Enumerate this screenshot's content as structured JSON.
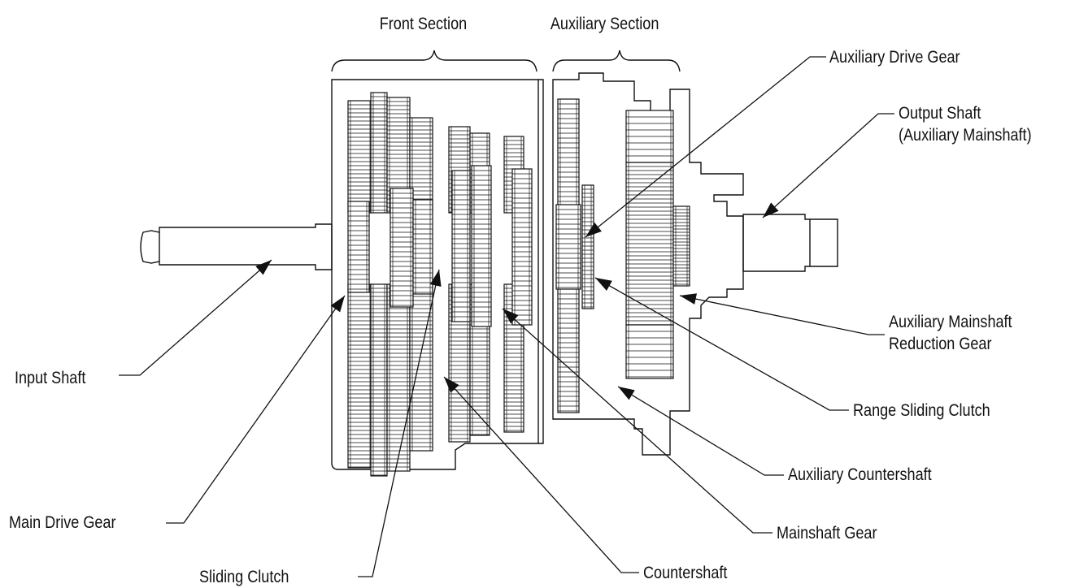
{
  "sections": {
    "front": "Front Section",
    "auxiliary": "Auxiliary Section"
  },
  "labels": {
    "auxiliary_drive_gear": "Auxiliary Drive Gear",
    "output_shaft_line1": "Output Shaft",
    "output_shaft_line2": "(Auxiliary Mainshaft)",
    "aux_mainshaft_reduction_line1": "Auxiliary Mainshaft",
    "aux_mainshaft_reduction_line2": "Reduction Gear",
    "range_sliding_clutch": "Range Sliding Clutch",
    "auxiliary_countershaft": "Auxiliary Countershaft",
    "mainshaft_gear": "Mainshaft Gear",
    "countershaft": "Countershaft",
    "sliding_clutch": "Sliding Clutch",
    "main_drive_gear": "Main Drive Gear",
    "input_shaft": "Input Shaft"
  },
  "colors": {
    "line": "#111111",
    "background": "#ffffff"
  }
}
